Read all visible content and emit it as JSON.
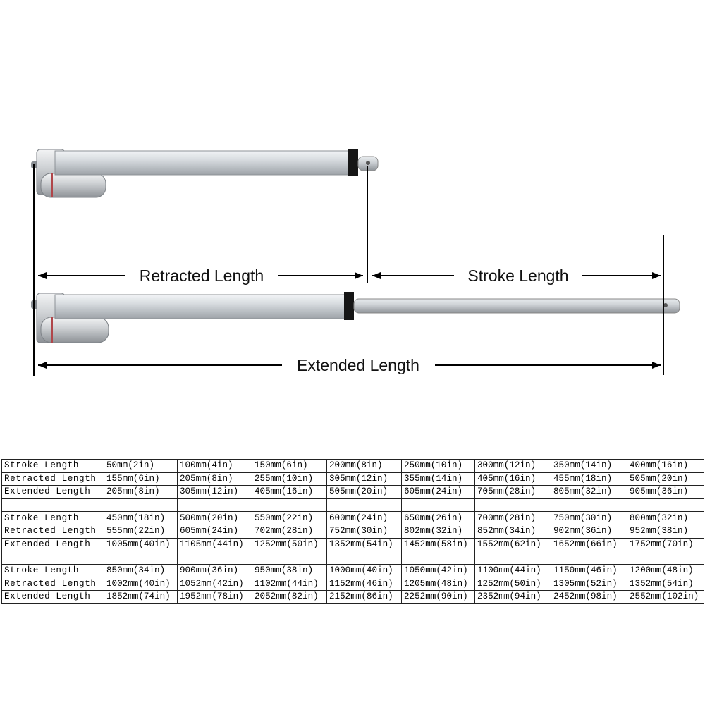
{
  "labels": {
    "retracted": "Retracted Length",
    "stroke": "Stroke Length",
    "extended": "Extended Length"
  },
  "table": {
    "blocks": [
      {
        "rows": [
          {
            "label": "Stroke Length",
            "values": [
              "50mm(2in)",
              "100mm(4in)",
              "150mm(6in)",
              "200mm(8in)",
              "250mm(10in)",
              "300mm(12in)",
              "350mm(14in)",
              "400mm(16in)"
            ]
          },
          {
            "label": "Retracted Length",
            "values": [
              "155mm(6in)",
              "205mm(8in)",
              "255mm(10in)",
              "305mm(12in)",
              "355mm(14in)",
              "405mm(16in)",
              "455mm(18in)",
              "505mm(20in)"
            ]
          },
          {
            "label": "Extended Length",
            "values": [
              "205mm(8in)",
              "305mm(12in)",
              "405mm(16in)",
              "505mm(20in)",
              "605mm(24in)",
              "705mm(28in)",
              "805mm(32in)",
              "905mm(36in)"
            ]
          }
        ]
      },
      {
        "rows": [
          {
            "label": "Stroke Length",
            "values": [
              "450mm(18in)",
              "500mm(20in)",
              "550mm(22in)",
              "600mm(24in)",
              "650mm(26in)",
              "700mm(28in)",
              "750mm(30in)",
              "800mm(32in)"
            ]
          },
          {
            "label": "Retracted Length",
            "values": [
              "555mm(22in)",
              "605mm(24in)",
              "702mm(28in)",
              "752mm(30in)",
              "802mm(32in)",
              "852mm(34in)",
              "902mm(36in)",
              "952mm(38in)"
            ]
          },
          {
            "label": "Extended Length",
            "values": [
              "1005mm(40in)",
              "1105mm(44in)",
              "1252mm(50in)",
              "1352mm(54in)",
              "1452mm(58in)",
              "1552mm(62in)",
              "1652mm(66in)",
              "1752mm(70in)"
            ]
          }
        ]
      },
      {
        "rows": [
          {
            "label": "Stroke Length",
            "values": [
              "850mm(34in)",
              "900mm(36in)",
              "950mm(38in)",
              "1000mm(40in)",
              "1050mm(42in)",
              "1100mm(44in)",
              "1150mm(46in)",
              "1200mm(48in)"
            ]
          },
          {
            "label": "Retracted Length",
            "values": [
              "1002mm(40in)",
              "1052mm(42in)",
              "1102mm(44in)",
              "1152mm(46in)",
              "1205mm(48in)",
              "1252mm(50in)",
              "1305mm(52in)",
              "1352mm(54in)"
            ]
          },
          {
            "label": "Extended Length",
            "values": [
              "1852mm(74in)",
              "1952mm(78in)",
              "2052mm(82in)",
              "2152mm(86in)",
              "2252mm(90in)",
              "2352mm(94in)",
              "2452mm(98in)",
              "2552mm(102in)"
            ]
          }
        ]
      }
    ]
  }
}
